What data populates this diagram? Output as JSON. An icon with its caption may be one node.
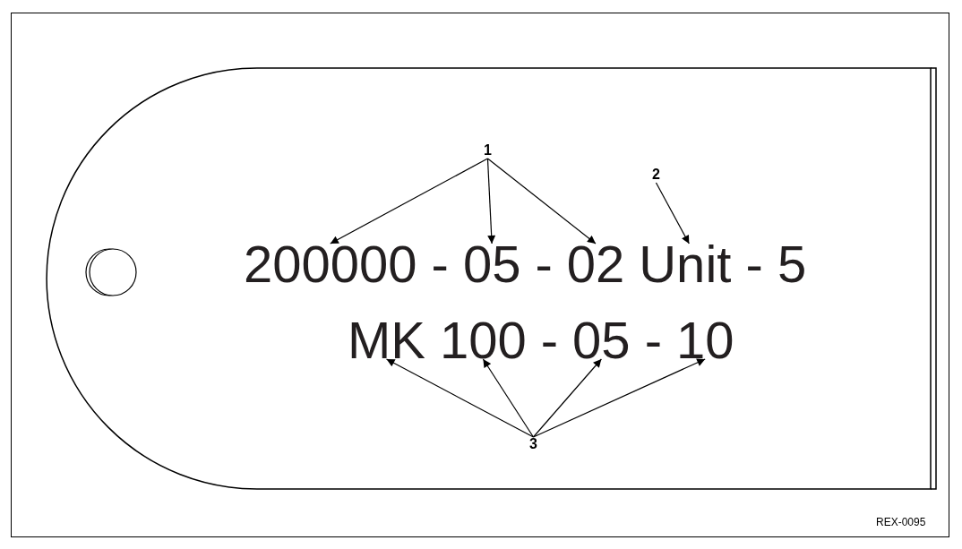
{
  "diagram": {
    "nodes": [
      {
        "text": [],
        "shape": "box"
      },
      {
        "text": [
          "1"
        ],
        "in": 0
      },
      {
        "text": [
          "2"
        ],
        "in": 0
      },
      {
        "text": [
          "200000"
        ],
        "in": 0
      },
      {
        "text": [
          "05"
        ],
        "in": 0
      },
      {
        "text": [
          "02"
        ],
        "in": 0
      },
      {
        "text": [
          "Unit - 5"
        ],
        "in": 0
      },
      {
        "text": [
          "MK"
        ],
        "in": 0
      },
      {
        "text": [
          "100"
        ],
        "in": 0
      },
      {
        "text": [
          "05"
        ],
        "in": 0
      },
      {
        "text": [
          "10"
        ],
        "in": 0
      },
      {
        "text": [
          "3"
        ],
        "in": 0
      }
    ],
    "edges": [
      {
        "from": 1,
        "to": 3,
        "arrow": "to"
      },
      {
        "from": 1,
        "to": 4,
        "arrow": "to"
      },
      {
        "from": 1,
        "to": 5,
        "arrow": "to"
      },
      {
        "from": 2,
        "to": 6,
        "arrow": "to"
      },
      {
        "from": 11,
        "to": 7,
        "arrow": "to"
      },
      {
        "from": 11,
        "to": 8,
        "arrow": "to"
      },
      {
        "from": 11,
        "to": 9,
        "arrow": "to"
      },
      {
        "from": 11,
        "to": 10,
        "arrow": "to"
      }
    ],
    "labels": [
      "-",
      "-",
      "-",
      "-",
      "REX-0095"
    ]
  }
}
